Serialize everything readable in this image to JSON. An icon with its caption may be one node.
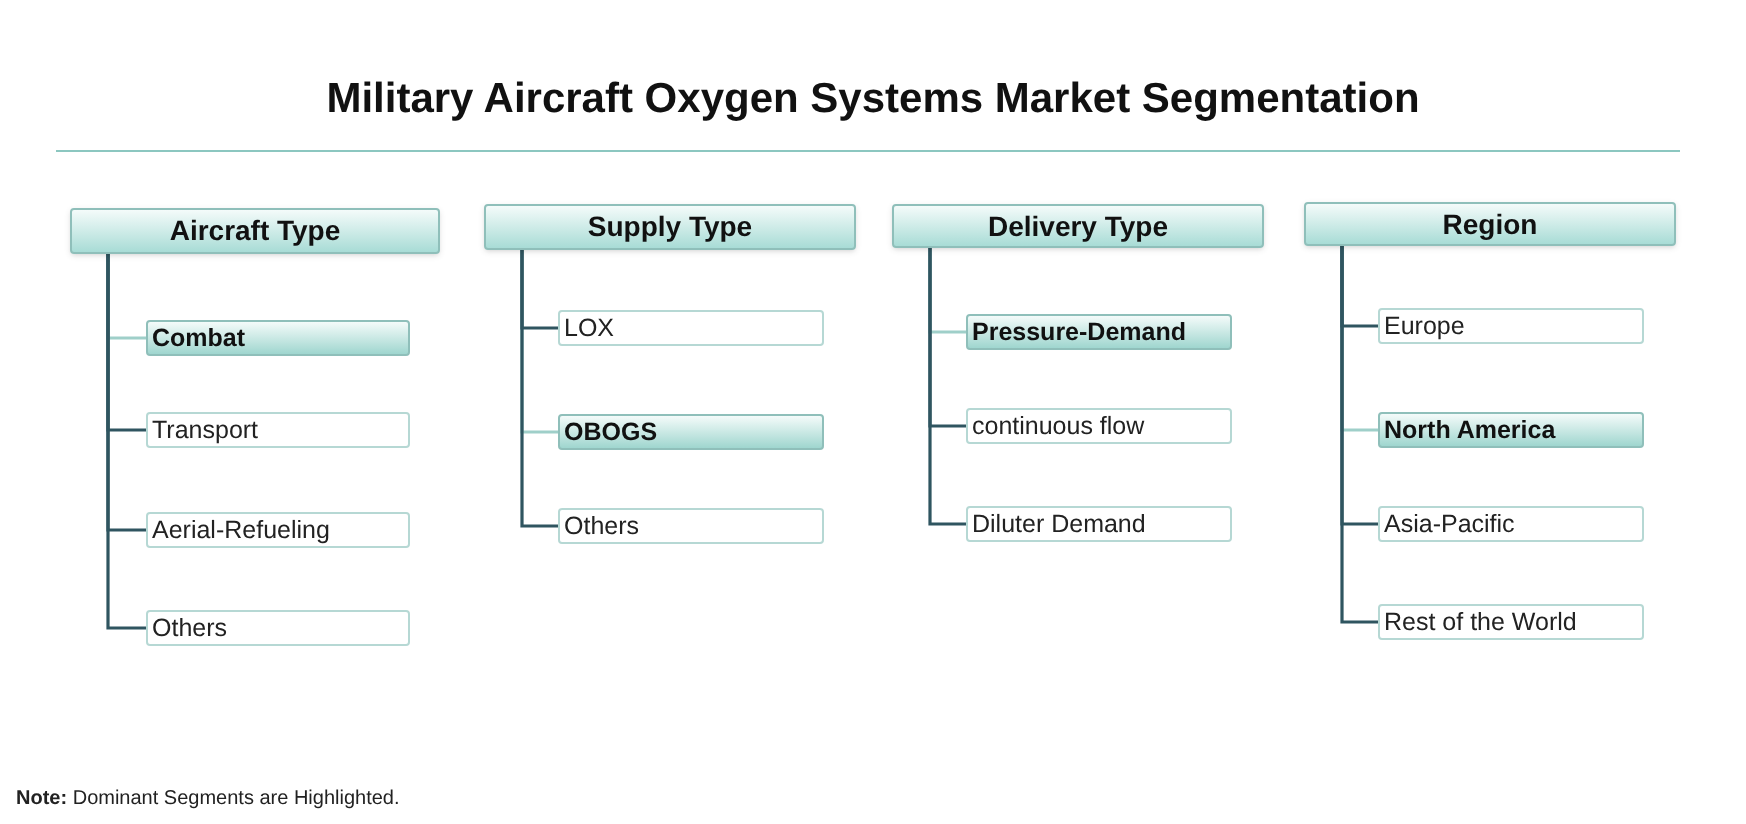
{
  "diagram": {
    "title": "Military Aircraft Oxygen Systems Market Segmentation",
    "nodes": [
      {
        "text": [
          "Aircraft Type"
        ]
      },
      {
        "text": [
          "Combat"
        ]
      },
      {
        "text": [
          "Transport"
        ]
      },
      {
        "text": [
          "Aerial-Refueling"
        ]
      },
      {
        "text": [
          "Others"
        ]
      },
      {
        "text": [
          "Supply Type"
        ]
      },
      {
        "text": [
          "LOX"
        ]
      },
      {
        "text": [
          "OBOGS"
        ]
      },
      {
        "text": [
          "Others"
        ]
      },
      {
        "text": [
          "Delivery Type"
        ]
      },
      {
        "text": [
          "Pressure-Demand"
        ]
      },
      {
        "text": [
          "continuous flow"
        ]
      },
      {
        "text": [
          "Diluter Demand"
        ]
      },
      {
        "text": [
          "Region"
        ]
      },
      {
        "text": [
          "Europe"
        ]
      },
      {
        "text": [
          "North America"
        ]
      },
      {
        "text": [
          "Asia-Pacific"
        ]
      },
      {
        "text": [
          "Rest of the World"
        ]
      }
    ],
    "edges": [
      {
        "from": 0,
        "to": 1,
        "arrow": "none",
        "color": "#9fcfc9"
      },
      {
        "from": 0,
        "to": 2,
        "arrow": "none"
      },
      {
        "from": 0,
        "to": 3,
        "arrow": "none"
      },
      {
        "from": 0,
        "to": 4,
        "arrow": "none"
      },
      {
        "from": 5,
        "to": 6,
        "arrow": "none"
      },
      {
        "from": 5,
        "to": 7,
        "arrow": "none",
        "color": "#9fcfc9"
      },
      {
        "from": 5,
        "to": 8,
        "arrow": "none"
      },
      {
        "from": 9,
        "to": 10,
        "arrow": "none",
        "color": "#9fcfc9"
      },
      {
        "from": 9,
        "to": 11,
        "arrow": "none"
      },
      {
        "from": 9,
        "to": 12,
        "arrow": "none"
      },
      {
        "from": 13,
        "to": 14,
        "arrow": "none"
      },
      {
        "from": 13,
        "to": 15,
        "arrow": "none",
        "color": "#9fcfc9"
      },
      {
        "from": 13,
        "to": 16,
        "arrow": "none"
      },
      {
        "from": 13,
        "to": 17,
        "arrow": "none"
      }
    ],
    "labels": [
      "**Note:** Dominant Segments are Highlighted."
    ]
  }
}
